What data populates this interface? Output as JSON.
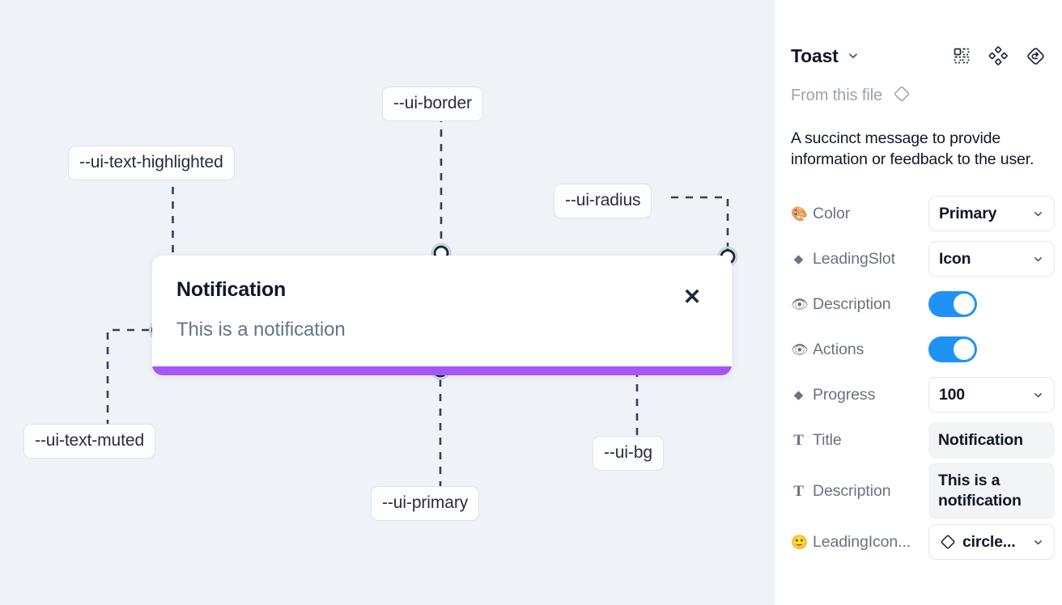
{
  "canvas": {
    "background_color": "#eff2f7",
    "tokens": [
      {
        "label": "--ui-text-highlighted",
        "name": "token-label-ui-text-highlighted"
      },
      {
        "label": "--ui-border",
        "name": "token-label-ui-border"
      },
      {
        "label": "--ui-radius",
        "name": "token-label-ui-radius"
      },
      {
        "label": "--ui-text-muted",
        "name": "token-label-ui-text-muted"
      },
      {
        "label": "--ui-primary",
        "name": "token-label-ui-primary"
      },
      {
        "label": "--ui-bg",
        "name": "token-label-ui-bg"
      }
    ],
    "toast": {
      "title": "Notification",
      "description": "This is a notification",
      "close_label": "✕",
      "progress_percent": 100,
      "progress_color": "#a855f7",
      "background_color": "#ffffff"
    }
  },
  "panel": {
    "title": "Toast",
    "from_file_label": "From this file",
    "component_description": "A succinct message to provide information or feedback to the user.",
    "header_icons": [
      {
        "name": "component-grid-icon"
      },
      {
        "name": "variants-diamond-icon"
      },
      {
        "name": "reset-instance-icon"
      }
    ],
    "properties": [
      {
        "icon": "palette-icon",
        "glyph": "🎨",
        "label": "Color",
        "control": "select",
        "value": "Primary"
      },
      {
        "icon": "diamond-icon",
        "glyph": "◆",
        "label": "LeadingSlot",
        "control": "select",
        "value": "Icon"
      },
      {
        "icon": "eye-icon",
        "glyph": "👁",
        "label": "Description",
        "control": "toggle",
        "value": "on"
      },
      {
        "icon": "eye-icon",
        "glyph": "👁",
        "label": "Actions",
        "control": "toggle",
        "value": "on"
      },
      {
        "icon": "diamond-icon",
        "glyph": "◆",
        "label": "Progress",
        "control": "select",
        "value": "100"
      },
      {
        "icon": "text-icon",
        "glyph": "T",
        "label": "Title",
        "control": "text",
        "value": "Notification"
      },
      {
        "icon": "text-icon",
        "glyph": "T",
        "label": "Description",
        "control": "text",
        "value": "This is a notification"
      },
      {
        "icon": "smiley-icon",
        "glyph": "🙂",
        "label": "LeadingIcon...",
        "control": "icon-select",
        "value": "circle..."
      }
    ]
  }
}
